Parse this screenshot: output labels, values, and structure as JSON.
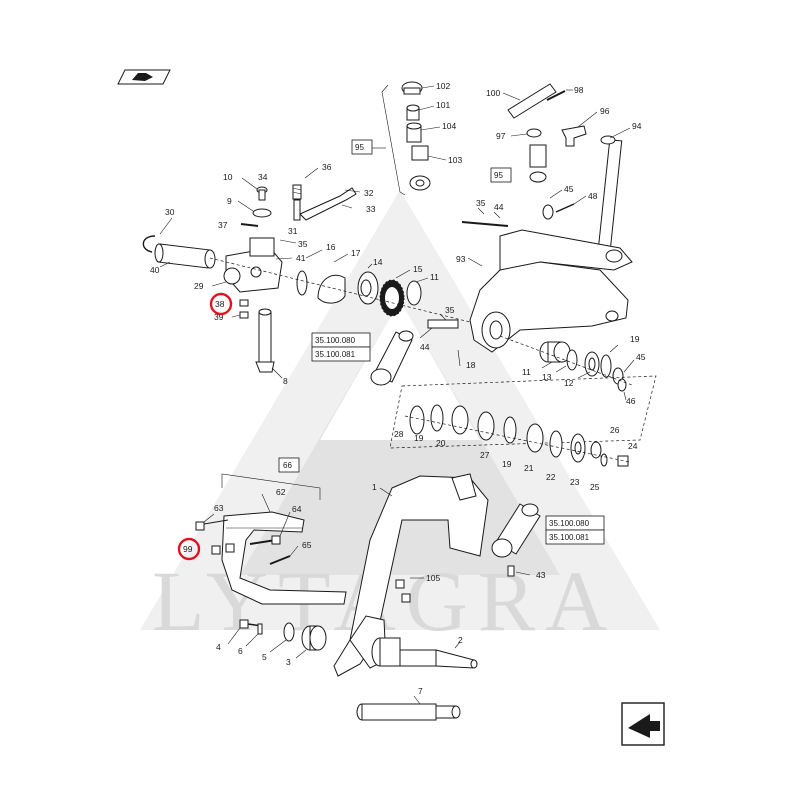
{
  "watermark": {
    "text": "LYTAGRA",
    "color": "#d8d8d8"
  },
  "highlight_color": "#e0141e",
  "highlighted_callouts": [
    "38",
    "99"
  ],
  "reference_boxes": [
    "95",
    "95",
    "35.100.080",
    "35.100.081",
    "66",
    "35.100.080",
    "35.100.081"
  ],
  "callouts": {
    "c102": "102",
    "c101": "101",
    "c104": "104",
    "c103": "103",
    "c100": "100",
    "c98": "98",
    "c97": "97",
    "c96": "96",
    "c94": "94",
    "c36": "36",
    "c32": "32",
    "c33": "33",
    "c34": "34",
    "c10": "10",
    "c9": "9",
    "c37": "37",
    "c31": "31",
    "c30": "30",
    "c40": "40",
    "c35a": "35",
    "c44a": "44",
    "c45a": "45",
    "c48": "48",
    "c16": "16",
    "c17": "17",
    "c14": "14",
    "c15": "15",
    "c11a": "11",
    "c41": "41",
    "c29": "29",
    "c38": "38",
    "c39": "39",
    "c8": "8",
    "c35b": "35",
    "c44b": "44",
    "c18": "18",
    "c93": "93",
    "c11b": "11",
    "c13": "13",
    "c12": "12",
    "c19a": "19",
    "c45b": "45",
    "c46": "46",
    "c28": "28",
    "c19b": "19",
    "c20": "20",
    "c27": "27",
    "c19c": "19",
    "c21": "21",
    "c22": "22",
    "c23": "23",
    "c26": "26",
    "c25": "25",
    "c24": "24",
    "c62": "62",
    "c63": "63",
    "c64": "64",
    "c99": "99",
    "c65": "65",
    "c1": "1",
    "c105": "105",
    "c43": "43",
    "c4": "4",
    "c6": "6",
    "c5": "5",
    "c3": "3",
    "c2": "2",
    "c7": "7"
  }
}
